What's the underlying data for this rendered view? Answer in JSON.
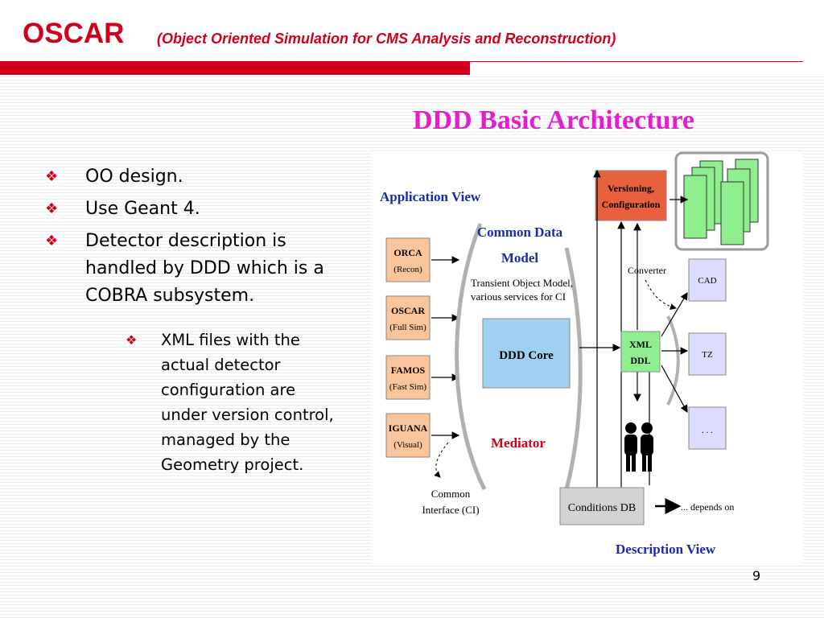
{
  "header": {
    "title": "OSCAR",
    "subtitle": "(Object Oriented Simulation for CMS Analysis and Reconstruction)"
  },
  "heading": "DDD Basic Architecture",
  "bullets": [
    "OO design.",
    "Use Geant 4.",
    "Detector description is handled by DDD which is a COBRA subsystem."
  ],
  "sub_bullet": "XML files with the actual detector configuration are under version control, managed by the Geometry project.",
  "diagram": {
    "application_view": "Application View",
    "apps": [
      {
        "name": "ORCA",
        "role": "(Recon)"
      },
      {
        "name": "OSCAR",
        "role": "(Full Sim)"
      },
      {
        "name": "FAMOS",
        "role": "(Fast Sim)"
      },
      {
        "name": "IGUANA",
        "role": "(Visual)"
      }
    ],
    "common_data_model": [
      "Common Data",
      "Model"
    ],
    "transient_note": [
      "Transient Object Model,",
      "various services for CI"
    ],
    "ddd_core": "DDD Core",
    "mediator": "Mediator",
    "common_interface": [
      "Common",
      "Interface (CI)"
    ],
    "versioning": [
      "Versioning,",
      "Configuration"
    ],
    "converter": "Converter",
    "xml_ddl": [
      "XML",
      "DDL"
    ],
    "outputs": [
      "CAD",
      "TZ",
      ". . ."
    ],
    "conditions_db": "Conditions DB",
    "depends_on": "... depends on",
    "description_view": "Description View"
  },
  "page_number": "9"
}
